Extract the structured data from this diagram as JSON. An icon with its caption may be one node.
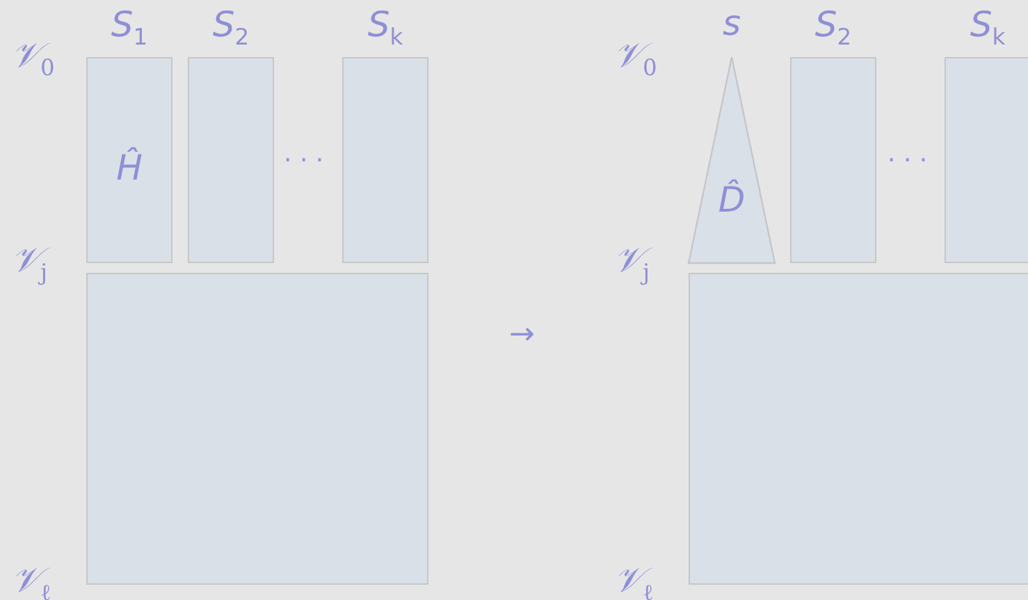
{
  "diagram": {
    "nodes": [
      {
        "text": [
          "S$_{1}$",
          "Ĥ"
        ]
      },
      {
        "text": [
          "S$_{2}$"
        ]
      },
      {
        "text": [
          "S$_{k}$"
        ]
      },
      {
        "text": [],
        "shape": "box"
      },
      {
        "text": [
          "s",
          "D̂"
        ]
      },
      {
        "text": [
          "S$_{2}$"
        ]
      },
      {
        "text": [
          "S$_{k}$"
        ]
      },
      {
        "text": [],
        "shape": "box"
      }
    ],
    "labels": [
      "𝒱$_{0}$",
      "· · ·",
      "𝒱$_{0}$",
      "· · ·",
      "𝒱$_{j}$",
      "𝒱$_{j}$",
      "→",
      "𝒱$_{ℓ}$",
      "𝒱$_{ℓ}$"
    ]
  }
}
